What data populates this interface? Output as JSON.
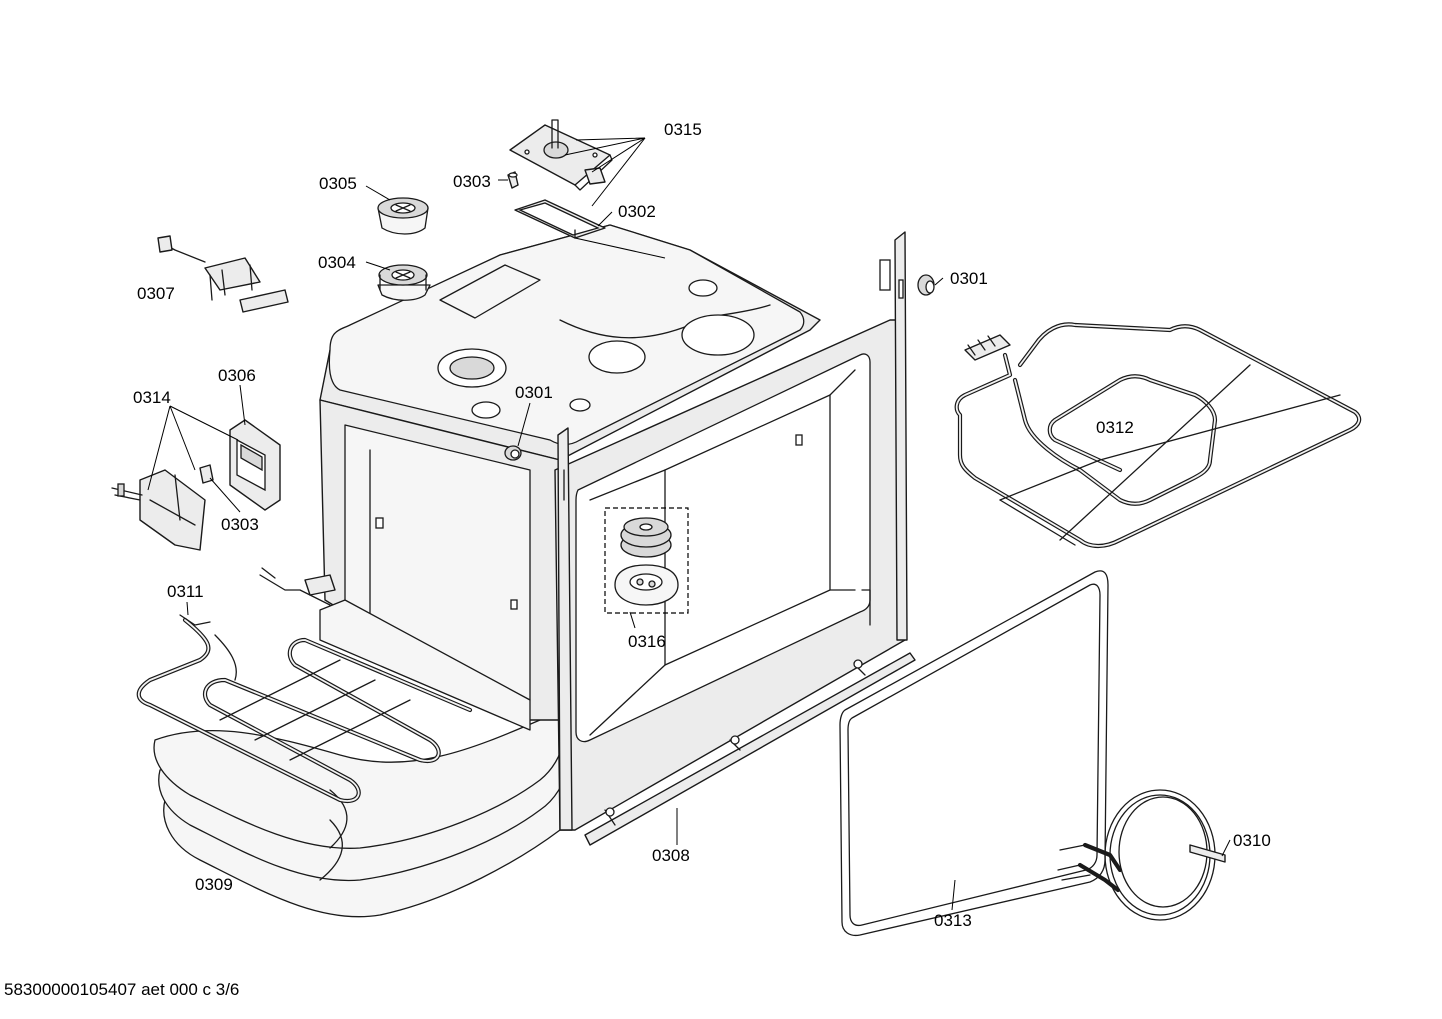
{
  "labels": {
    "p0315": "0315",
    "p0303_top": "0303",
    "p0305": "0305",
    "p0302": "0302",
    "p0304": "0304",
    "p0307": "0307",
    "p0301_right": "0301",
    "p0301_center": "0301",
    "p0306": "0306",
    "p0314": "0314",
    "p0312": "0312",
    "p0303_left": "0303",
    "p0316": "0316",
    "p0311": "0311",
    "p0310": "0310",
    "p0308": "0308",
    "p0309": "0309",
    "p0313": "0313"
  },
  "footer": "58300000105407 aet 000 c 3/6"
}
